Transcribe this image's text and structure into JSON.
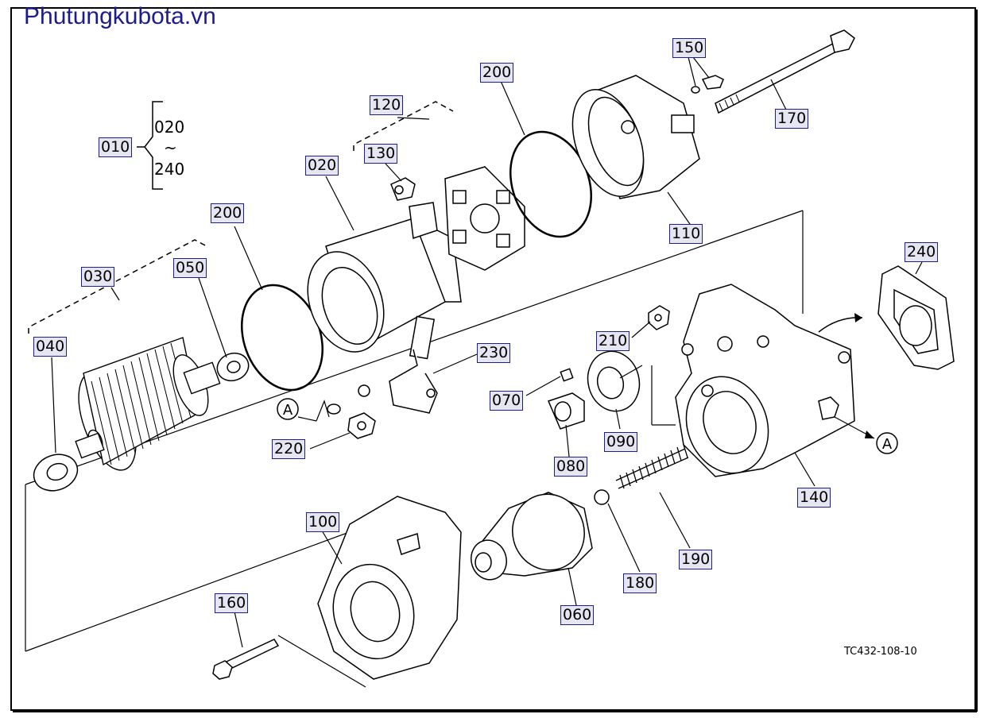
{
  "watermark": "Phutungkubota.vn",
  "drawing_code": "TC432-108-10",
  "group": {
    "label": "010",
    "from": "020",
    "tilde": "~",
    "to": "240"
  },
  "callout_letter": "A",
  "parts": [
    {
      "id": "p030",
      "label": "030"
    },
    {
      "id": "p040",
      "label": "040"
    },
    {
      "id": "p050",
      "label": "050"
    },
    {
      "id": "p200a",
      "label": "200"
    },
    {
      "id": "p020",
      "label": "020"
    },
    {
      "id": "p130",
      "label": "130"
    },
    {
      "id": "p120",
      "label": "120"
    },
    {
      "id": "p200b",
      "label": "200"
    },
    {
      "id": "p150",
      "label": "150"
    },
    {
      "id": "p170",
      "label": "170"
    },
    {
      "id": "p110",
      "label": "110"
    },
    {
      "id": "p240",
      "label": "240"
    },
    {
      "id": "p210",
      "label": "210"
    },
    {
      "id": "p230",
      "label": "230"
    },
    {
      "id": "p070",
      "label": "070"
    },
    {
      "id": "p090",
      "label": "090"
    },
    {
      "id": "p080",
      "label": "080"
    },
    {
      "id": "p220",
      "label": "220"
    },
    {
      "id": "p140",
      "label": "140"
    },
    {
      "id": "p100",
      "label": "100"
    },
    {
      "id": "p190",
      "label": "190"
    },
    {
      "id": "p180",
      "label": "180"
    },
    {
      "id": "p160",
      "label": "160"
    },
    {
      "id": "p060",
      "label": "060"
    }
  ]
}
